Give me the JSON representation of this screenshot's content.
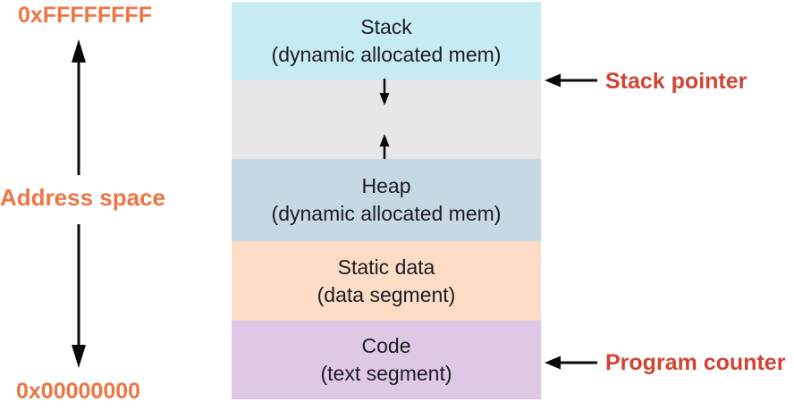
{
  "labels": {
    "top_address": "0xFFFFFFFF",
    "bottom_address": "0x00000000",
    "axis": "Address space",
    "stack_pointer": "Stack pointer",
    "program_counter": "Program counter"
  },
  "segments": [
    {
      "id": "stack",
      "line1": "Stack",
      "line2": "(dynamic allocated mem)",
      "bg": "#c7ebf2"
    },
    {
      "id": "free-space",
      "line1": "",
      "line2": "",
      "bg": "#e7e7ea"
    },
    {
      "id": "heap",
      "line1": "Heap",
      "line2": "(dynamic allocated mem)",
      "bg": "#c6d8e4"
    },
    {
      "id": "static-data",
      "line1": "Static data",
      "line2": "(data segment)",
      "bg": "#fcdcc5"
    },
    {
      "id": "code",
      "line1": "Code",
      "line2": "(text segment)",
      "bg": "#dfc7e6"
    }
  ],
  "colors": {
    "address_text": "#ed7544",
    "pointer_text": "#cf4433",
    "segment_text": "#1c1c24",
    "arrow": "#0a0a0a",
    "background": "#ffffff"
  }
}
